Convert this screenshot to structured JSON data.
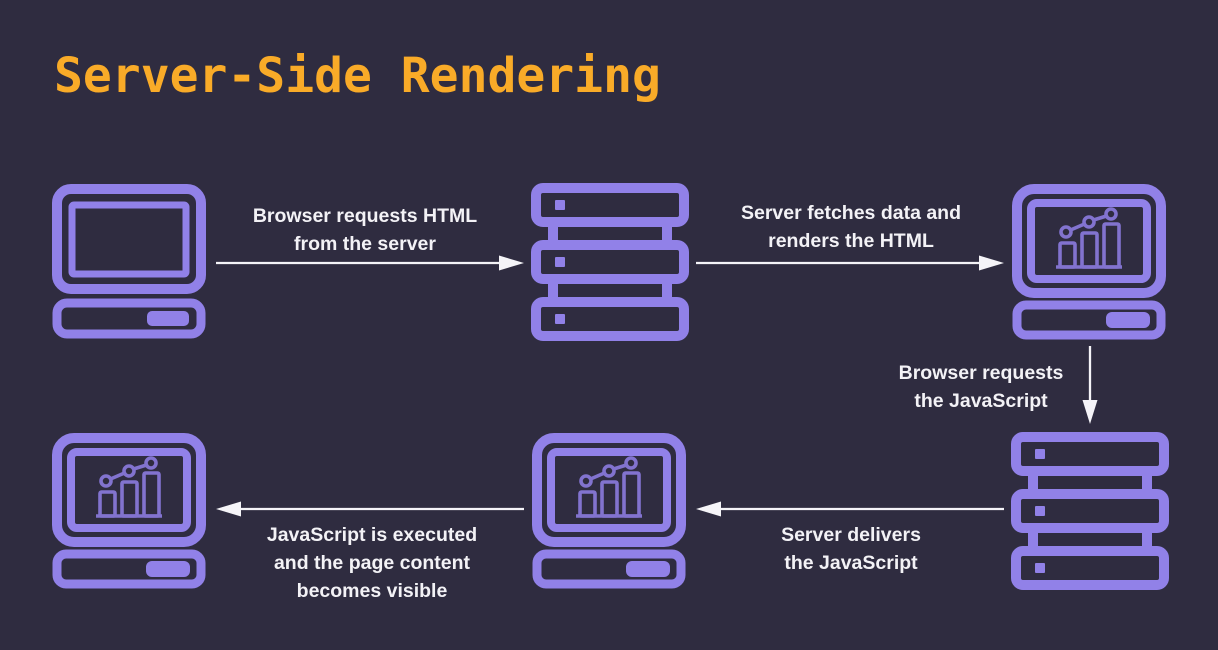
{
  "title": "Server-Side Rendering",
  "colors": {
    "background": "#2f2c40",
    "icon_accent": "#9181e8",
    "icon_chart_muted": "#8273cf",
    "title_text": "#f9ab28",
    "label_text": "#f3f2f6",
    "arrow": "#f5f4f8"
  },
  "diagram": {
    "icons": {
      "computer": "computer-icon",
      "server": "server-rack-icon",
      "computer_chart": "computer-chart-icon"
    },
    "steps": [
      {
        "id": "request-html",
        "direction": "right",
        "lines": [
          "Browser requests HTML",
          "from the server"
        ]
      },
      {
        "id": "render-html",
        "direction": "right",
        "lines": [
          "Server fetches data and",
          "renders the HTML"
        ]
      },
      {
        "id": "request-js",
        "direction": "down",
        "lines": [
          "Browser requests",
          "the JavaScript"
        ]
      },
      {
        "id": "deliver-js",
        "direction": "left",
        "lines": [
          "Server delivers",
          "the JavaScript"
        ]
      },
      {
        "id": "execute-js",
        "direction": "left",
        "lines": [
          "JavaScript is executed",
          "and the page content",
          "becomes visible"
        ]
      }
    ]
  }
}
